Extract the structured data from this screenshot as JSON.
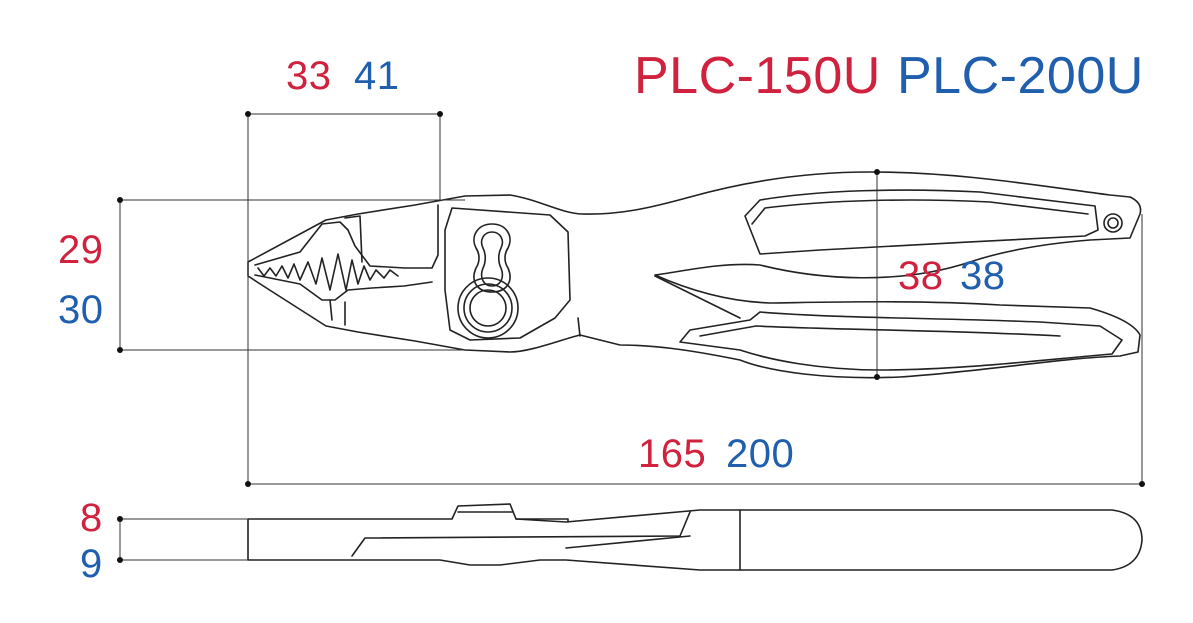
{
  "models": {
    "red": "PLC-150U",
    "blue": "PLC-200U"
  },
  "dimensions": {
    "jaw_length": {
      "red": "33",
      "blue": "41"
    },
    "head_height": {
      "red": "29",
      "blue": "30"
    },
    "handle_span": {
      "red": "38",
      "blue": "38"
    },
    "overall_length": {
      "red": "165",
      "blue": "200"
    },
    "thickness": {
      "red": "8",
      "blue": "9"
    }
  },
  "colors": {
    "red": "#d0213e",
    "blue": "#1f5fae",
    "line": "#222222",
    "dim_line": "#333333"
  }
}
